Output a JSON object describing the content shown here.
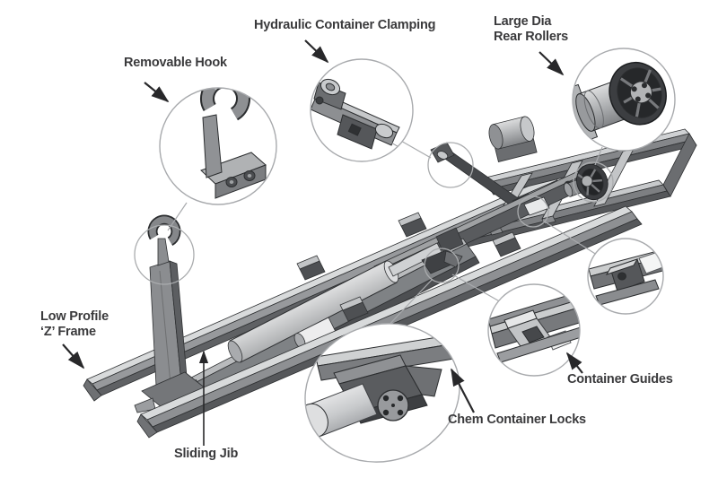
{
  "figure": {
    "type": "technical-diagram",
    "subject": "Hooklift skip-loader chassis with part callouts",
    "background_color": "#ffffff",
    "text_color": "#3a3a3c",
    "leader_line_color": "#a8aaad",
    "arrow_color": "#28282a",
    "metal_mid": "#8b8d90",
    "metal_dark": "#55575a",
    "metal_light": "#cfd1d3"
  },
  "labels": {
    "removable_hook": {
      "text": "Removable Hook"
    },
    "hydraulic_container_clamping": {
      "text": "Hydraulic Container Clamping"
    },
    "large_dia_rear_rollers": {
      "line1": "Large Dia",
      "line2": "Rear Rollers"
    },
    "low_profile_z_frame": {
      "line1": "Low Profile",
      "line2": "‘Z’ Frame"
    },
    "sliding_jib": {
      "text": "Sliding Jib"
    },
    "chem_container_locks": {
      "text": "Chem Container Locks"
    },
    "container_guides": {
      "text": "Container Guides"
    }
  }
}
